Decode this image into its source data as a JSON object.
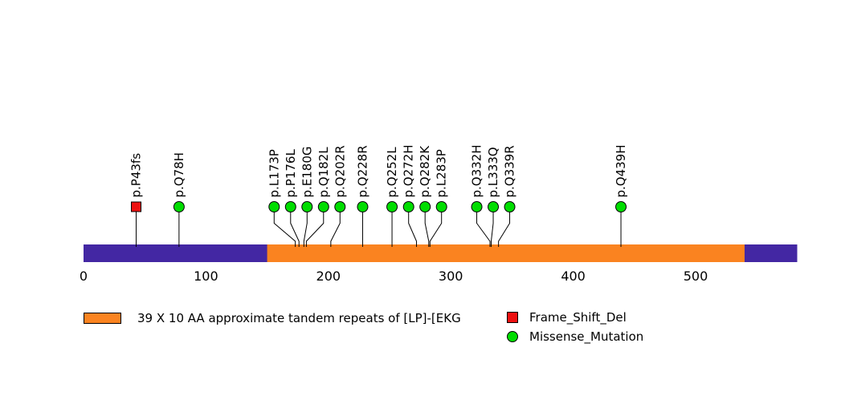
{
  "chart_data": {
    "type": "lollipop",
    "title": "",
    "xlim": [
      0,
      583
    ],
    "protein_length": 583,
    "axis_ticks": [
      0,
      100,
      200,
      300,
      400,
      500
    ],
    "backbone_color": "#4327A3",
    "grid": false,
    "legend_position": "bottom",
    "domains": [
      {
        "label": "39 X 10 AA approximate tandem repeats of [LP]-[EKG",
        "start": 151,
        "end": 540,
        "color": "#FA8320"
      }
    ],
    "mutation_types": [
      {
        "name": "Frame_Shift_Del",
        "shape": "square",
        "color": "#EE1111"
      },
      {
        "name": "Missense_Mutation",
        "shape": "circle",
        "color": "#00DD00"
      }
    ],
    "mutations": [
      {
        "label": "p.P43fs",
        "position": 43,
        "type": "Frame_Shift_Del"
      },
      {
        "label": "p.Q78H",
        "position": 78,
        "type": "Missense_Mutation"
      },
      {
        "label": "p.L173P",
        "position": 173,
        "type": "Missense_Mutation"
      },
      {
        "label": "p.P176L",
        "position": 176,
        "type": "Missense_Mutation"
      },
      {
        "label": "p.E180G",
        "position": 180,
        "type": "Missense_Mutation"
      },
      {
        "label": "p.Q182L",
        "position": 182,
        "type": "Missense_Mutation"
      },
      {
        "label": "p.Q202R",
        "position": 202,
        "type": "Missense_Mutation"
      },
      {
        "label": "p.Q228R",
        "position": 228,
        "type": "Missense_Mutation"
      },
      {
        "label": "p.Q252L",
        "position": 252,
        "type": "Missense_Mutation"
      },
      {
        "label": "p.Q272H",
        "position": 272,
        "type": "Missense_Mutation"
      },
      {
        "label": "p.Q282K",
        "position": 282,
        "type": "Missense_Mutation"
      },
      {
        "label": "p.L283P",
        "position": 283,
        "type": "Missense_Mutation"
      },
      {
        "label": "p.Q332H",
        "position": 332,
        "type": "Missense_Mutation"
      },
      {
        "label": "p.L333Q",
        "position": 333,
        "type": "Missense_Mutation"
      },
      {
        "label": "p.Q339R",
        "position": 339,
        "type": "Missense_Mutation"
      },
      {
        "label": "p.Q439H",
        "position": 439,
        "type": "Missense_Mutation"
      }
    ]
  }
}
